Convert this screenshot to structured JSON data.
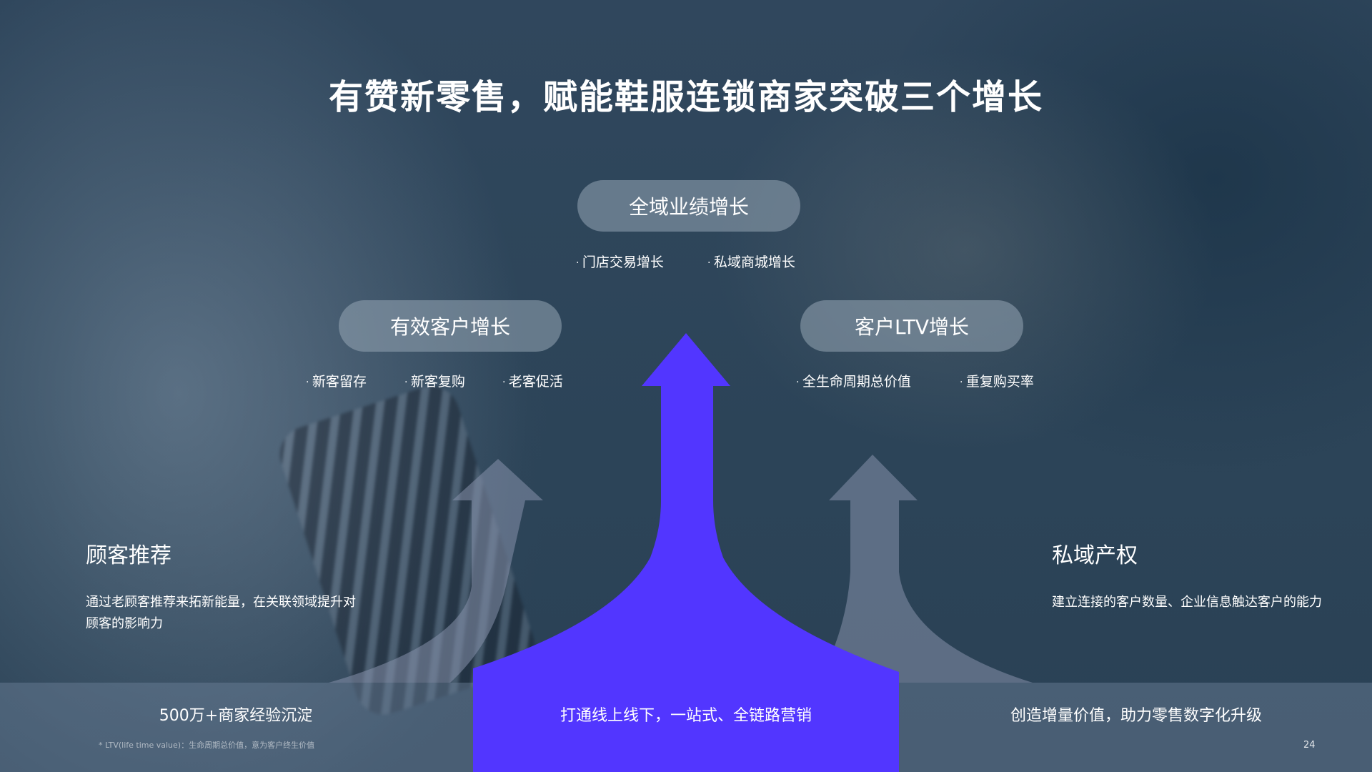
{
  "title": "有赞新零售，赋能鞋服连锁商家突破三个增长",
  "top_pill": "全域业绩增长",
  "top_subs": [
    "门店交易增长",
    "私域商城增长"
  ],
  "left_pill": "有效客户增长",
  "left_subs": [
    "新客留存",
    "新客复购",
    "老客促活"
  ],
  "right_pill": "客户LTV增长",
  "right_subs": [
    "全生命周期总价值",
    "重复购买率"
  ],
  "left_side": {
    "title": "顾客推荐",
    "desc": "通过老顾客推荐来拓新能量，在关联领域提升对顾客的影响力"
  },
  "right_side": {
    "title": "私域产权",
    "desc": "建立连接的客户数量、企业信息触达客户的能力"
  },
  "bottom": {
    "left": "500万+商家经验沉淀",
    "center": "打通线上线下，一站式、全链路营销",
    "right": "创造增量价值，助力零售数字化升级"
  },
  "footnote": "* LTV(life time value)：生命周期总价值，意为客户终生价值",
  "page_number": "24",
  "colors": {
    "accent": "#5236ff",
    "side_arrow": "#8791ab"
  }
}
